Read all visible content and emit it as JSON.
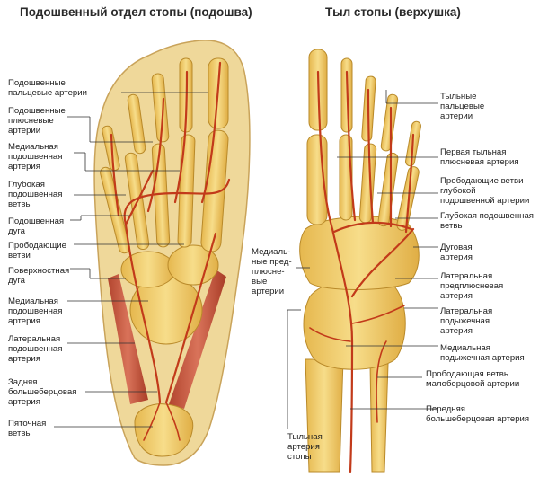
{
  "titles": {
    "left": "Подошвенный отдел стопы (подошва)",
    "right": "Тыл стопы (верхушка)"
  },
  "left_labels": {
    "l1": "Подошвенные\nпальцевые артерии",
    "l2": "Подошвенные\nплюсневые\nартерии",
    "l3": "Медиальная\nподошвенная\nартерия",
    "l4": "Глубокая\nподошвенная\nветвь",
    "l5": "Подошвенная\nдуга",
    "l6": "Прободающие\nветви",
    "l7": "Поверхностная\nдуга",
    "l8": "Медиальная\nподошвенная\nартерия",
    "l9": "Латеральная\nподошвенная\nартерия",
    "l10": "Задняя\nбольшеберцовая\nартерия",
    "l11": "Пяточная\nветвь"
  },
  "middle_labels": {
    "m1": "Медиаль-\nные пред-\nплюсне-\nвые\nартерии",
    "m2": "Тыльная\nартерия\nстопы"
  },
  "right_labels": {
    "r1": "Тыльные\nпальцевые\nартерии",
    "r2": "Первая тыльная\nплюсневая артерия",
    "r3": "Прободающие ветви\nглубокой\nподошвенной артерии",
    "r4": "Глубокая подошвенная\nветвь",
    "r5": "Дуговая\nартерия",
    "r6": "Латеральная\nпредплюсневая\nартерия",
    "r7": "Латеральная\nподыжечная\nартерия",
    "r8": "Медиальная\nподыжечная артерия",
    "r9": "Прободающая ветвь\nмалоберцовой артерии",
    "r10": "Передняя\nбольшеберцовая артерия"
  },
  "colors": {
    "bone": "#f0cd6c",
    "bone_edge": "#b98a2a",
    "artery": "#c23a1a",
    "muscle": "#c8573d",
    "leader": "#333333"
  }
}
